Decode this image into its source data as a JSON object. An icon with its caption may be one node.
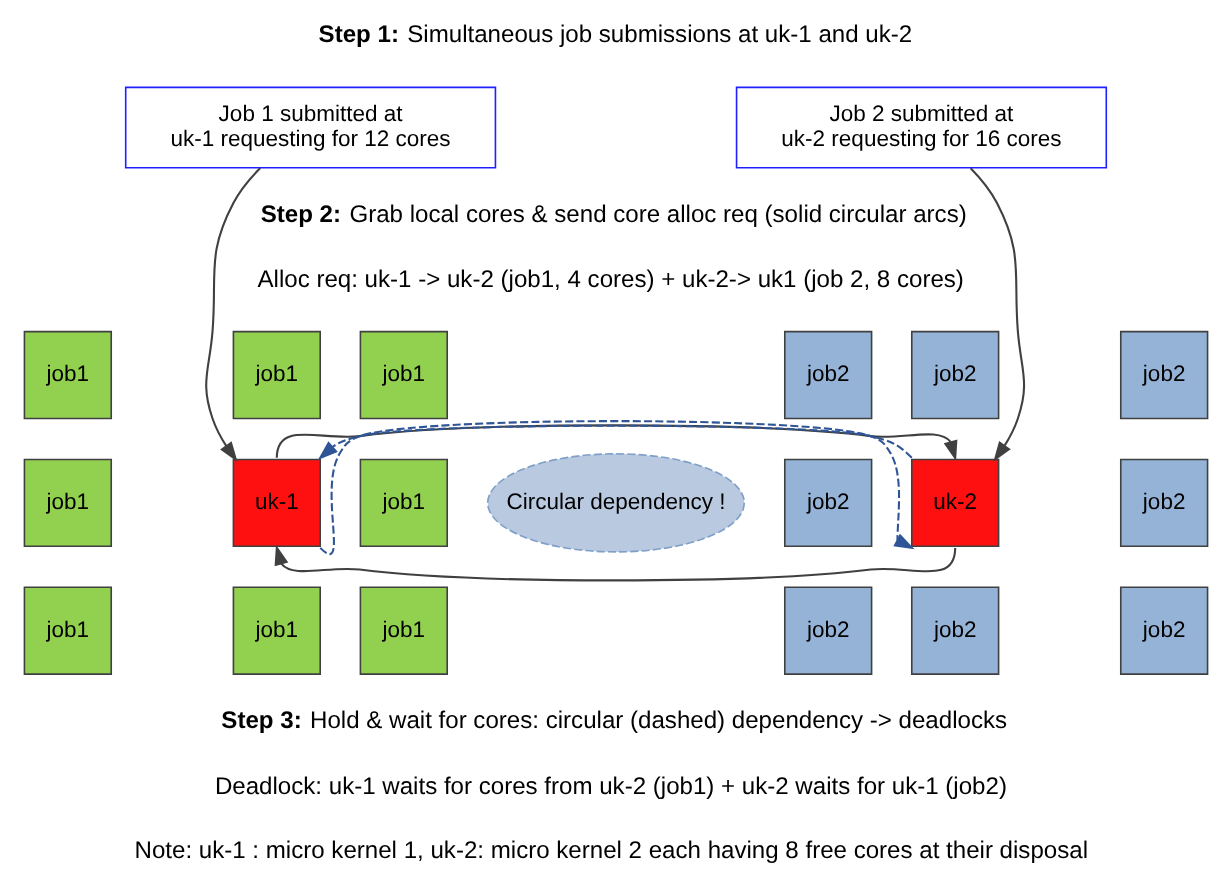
{
  "diagram": {
    "nodes": [
      {
        "text": [
          "Job 1 submitted at uk-1 requesting for 12 cores"
        ]
      },
      {
        "text": [
          "Job 2 submitted at uk-2 requesting for 16 cores"
        ]
      },
      {
        "text": [
          "job1"
        ]
      },
      {
        "text": [
          "job1"
        ]
      },
      {
        "text": [
          "job1"
        ]
      },
      {
        "text": [
          "job2"
        ]
      },
      {
        "text": [
          "job2"
        ]
      },
      {
        "text": [
          "job2"
        ]
      },
      {
        "text": [
          "job1"
        ]
      },
      {
        "text": [
          "uk-1"
        ]
      },
      {
        "text": [
          "job1"
        ]
      },
      {
        "text": [
          "Circular dependency !"
        ]
      },
      {
        "text": [
          "job2"
        ]
      },
      {
        "text": [
          "uk-2"
        ]
      },
      {
        "text": [
          "job2"
        ]
      },
      {
        "text": [
          "job1"
        ]
      },
      {
        "text": [
          "job1"
        ]
      },
      {
        "text": [
          "job1"
        ]
      },
      {
        "text": [
          "job2"
        ]
      },
      {
        "text": [
          "job2"
        ]
      },
      {
        "text": [
          "job2"
        ]
      }
    ],
    "edges": [
      {
        "from": 0,
        "to": 9,
        "arrow": "to"
      },
      {
        "from": 1,
        "to": 13,
        "arrow": "to"
      },
      {
        "from": 9,
        "to": 13,
        "arrow": "to"
      },
      {
        "from": 13,
        "to": 9,
        "arrow": "to"
      },
      {
        "from": 13,
        "to": 9,
        "arrow": "to",
        "style": "dashed",
        "color": "#2f5597"
      },
      {
        "from": 9,
        "to": 13,
        "arrow": "to",
        "style": "dashed",
        "color": "#2f5597"
      }
    ],
    "labels": [
      "**Step 1:** Simultaneous job submissions at uk-1 and uk-2",
      "**Step 2:** Grab local cores & send core alloc req (solid circular arcs)",
      "Alloc req: uk-1 -> uk-2 (job1, 4 cores) + uk-2-> uk1 (job 2, 8 cores)",
      "**Step 3:** Hold & wait for cores: circular (dashed) dependency -> deadlocks",
      "Deadlock: uk-1 waits for cores from uk-2 (job1) + uk-2 waits for uk-1 (job2)",
      "Note: uk-1 : micro kernel 1, uk-2: micro kernel 2 each having 8 free cores at their disposal"
    ]
  }
}
